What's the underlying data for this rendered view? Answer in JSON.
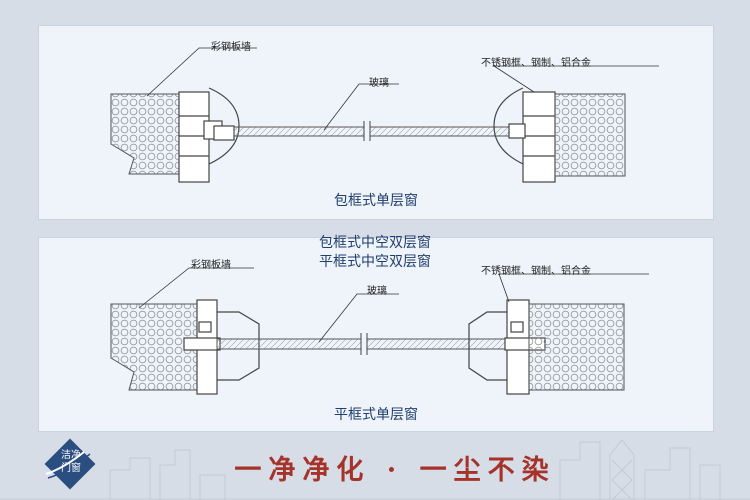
{
  "panels": [
    {
      "caption": "包框式单层窗",
      "label_wall": "彩钢板墙",
      "label_glass": "玻璃",
      "label_frame": "不锈钢框、钢制、铝合金"
    },
    {
      "caption": "平框式单层窗",
      "label_wall": "彩钢板墙",
      "label_glass": "玻璃",
      "label_frame": "不锈钢框、钢制、铝合金"
    }
  ],
  "overlay_titles": [
    "包框式中空双层窗",
    "平框式中空双层窗"
  ],
  "logo": {
    "line1": "洁净",
    "line2": "门窗"
  },
  "slogan": "一净净化 · 一尘不染",
  "colors": {
    "panel_bg": "#eef4fa",
    "caption": "#1f3d6e",
    "slogan": "#a6332a",
    "logo": "#2a4e80"
  }
}
